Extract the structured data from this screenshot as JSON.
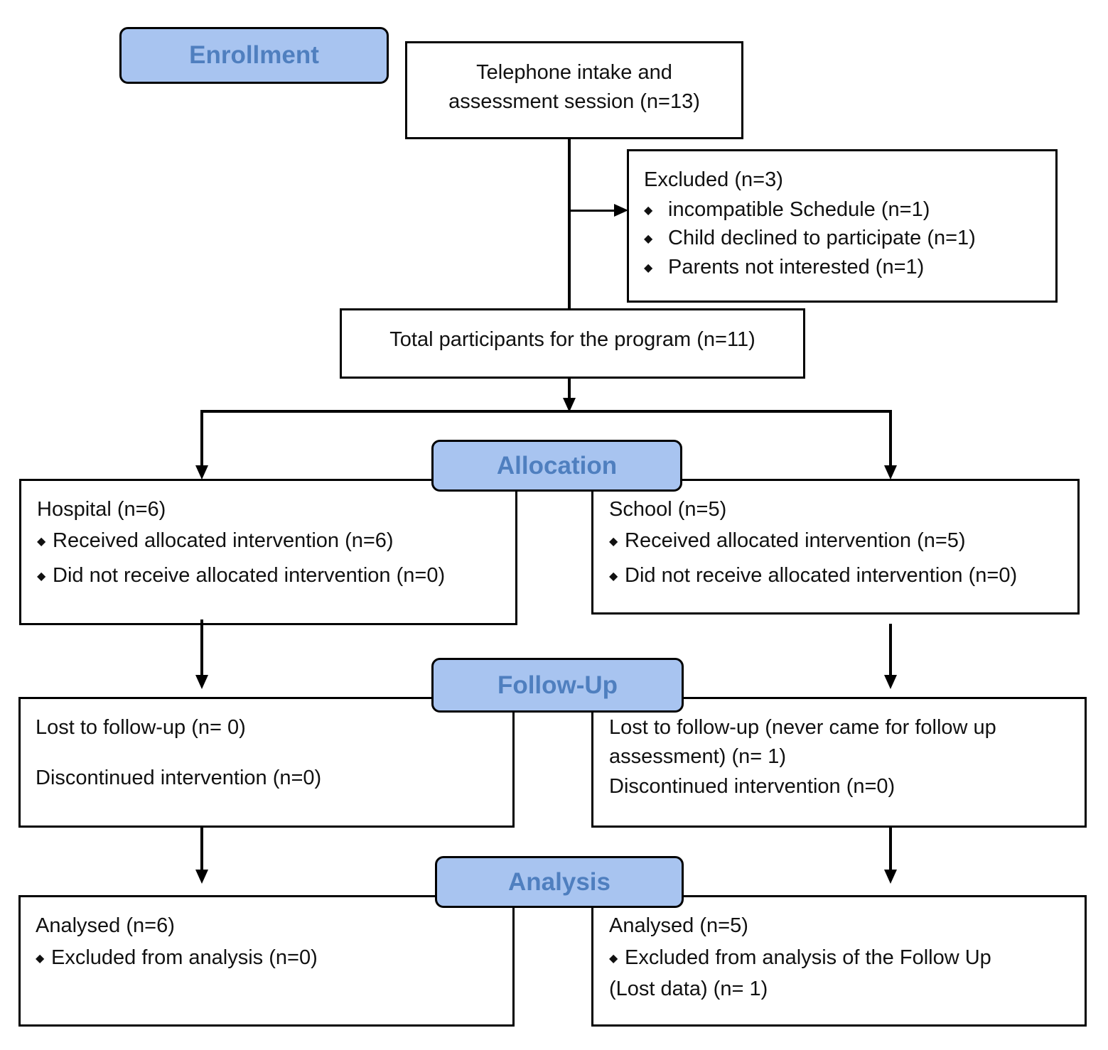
{
  "stages": {
    "enrollment": "Enrollment",
    "allocation": "Allocation",
    "follow_up": "Follow-Up",
    "analysis": "Analysis"
  },
  "intake": {
    "line1": "Telephone intake and",
    "line2": "assessment session (n=13)"
  },
  "excluded": {
    "title": "Excluded (n=3)",
    "items": [
      "incompatible Schedule (n=1)",
      "Child declined to participate (n=1)",
      "Parents not interested (n=1)"
    ]
  },
  "total": "Total participants for the program (n=11)",
  "hospital": {
    "title": "Hospital (n=6)",
    "items": [
      "Received allocated intervention (n=6)",
      "Did not receive allocated intervention (n=0)"
    ]
  },
  "school": {
    "title": "School (n=5)",
    "items": [
      "Received allocated intervention (n=5)",
      "Did not receive allocated intervention (n=0)"
    ]
  },
  "followup_left": {
    "lost": "Lost to follow-up (n= 0)",
    "discontinued": "Discontinued intervention (n=0)"
  },
  "followup_right": {
    "lost_line1": "Lost to follow-up (never came for follow up",
    "lost_line2": "assessment) (n= 1)",
    "discontinued": "Discontinued intervention (n=0)"
  },
  "analysis_left": {
    "title": "Analysed (n=6)",
    "item": "Excluded from analysis (n=0)"
  },
  "analysis_right": {
    "title": "Analysed (n=5)",
    "item_line1": "Excluded from analysis of the Follow Up",
    "item_line2": "(Lost data) (n= 1)"
  },
  "bullet_glyph": "◆"
}
